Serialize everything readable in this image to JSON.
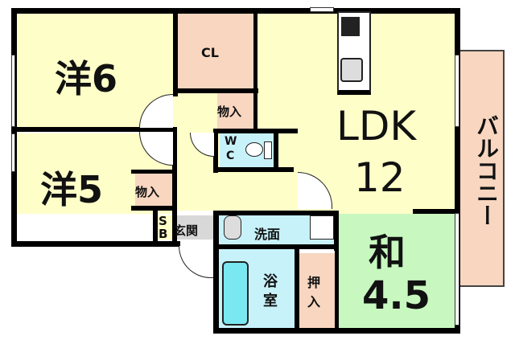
{
  "floorplan": {
    "rooms": {
      "western_room_1": {
        "label_kanji": "洋",
        "label_size": "6"
      },
      "western_room_2": {
        "label_kanji": "洋",
        "label_size": "5"
      },
      "closet": {
        "label": "CL"
      },
      "storage_1": {
        "label": "物入"
      },
      "storage_2": {
        "label": "物入"
      },
      "toilet": {
        "label_line1": "W",
        "label_line2": "C"
      },
      "ldk": {
        "label": "LDK",
        "size": "12"
      },
      "balcony": {
        "label": "バルコニー"
      },
      "entrance": {
        "label": "玄関"
      },
      "shoe_box": {
        "label_line1": "S",
        "label_line2": "B"
      },
      "washroom": {
        "label": "洗面"
      },
      "bathroom": {
        "label_line1": "浴",
        "label_line2": "室"
      },
      "oshiire": {
        "label_line1": "押",
        "label_line2": "入"
      },
      "japanese_room": {
        "label_kanji": "和",
        "label_size": "4.5"
      }
    },
    "colors": {
      "western": "#fefec8",
      "storage": "#f8d6c0",
      "water": "#c8f2fa",
      "japanese": "#c8f8c0",
      "entrance": "#d8d8d8",
      "bathtub": "#7ae8f0",
      "wall": "#000000"
    }
  }
}
